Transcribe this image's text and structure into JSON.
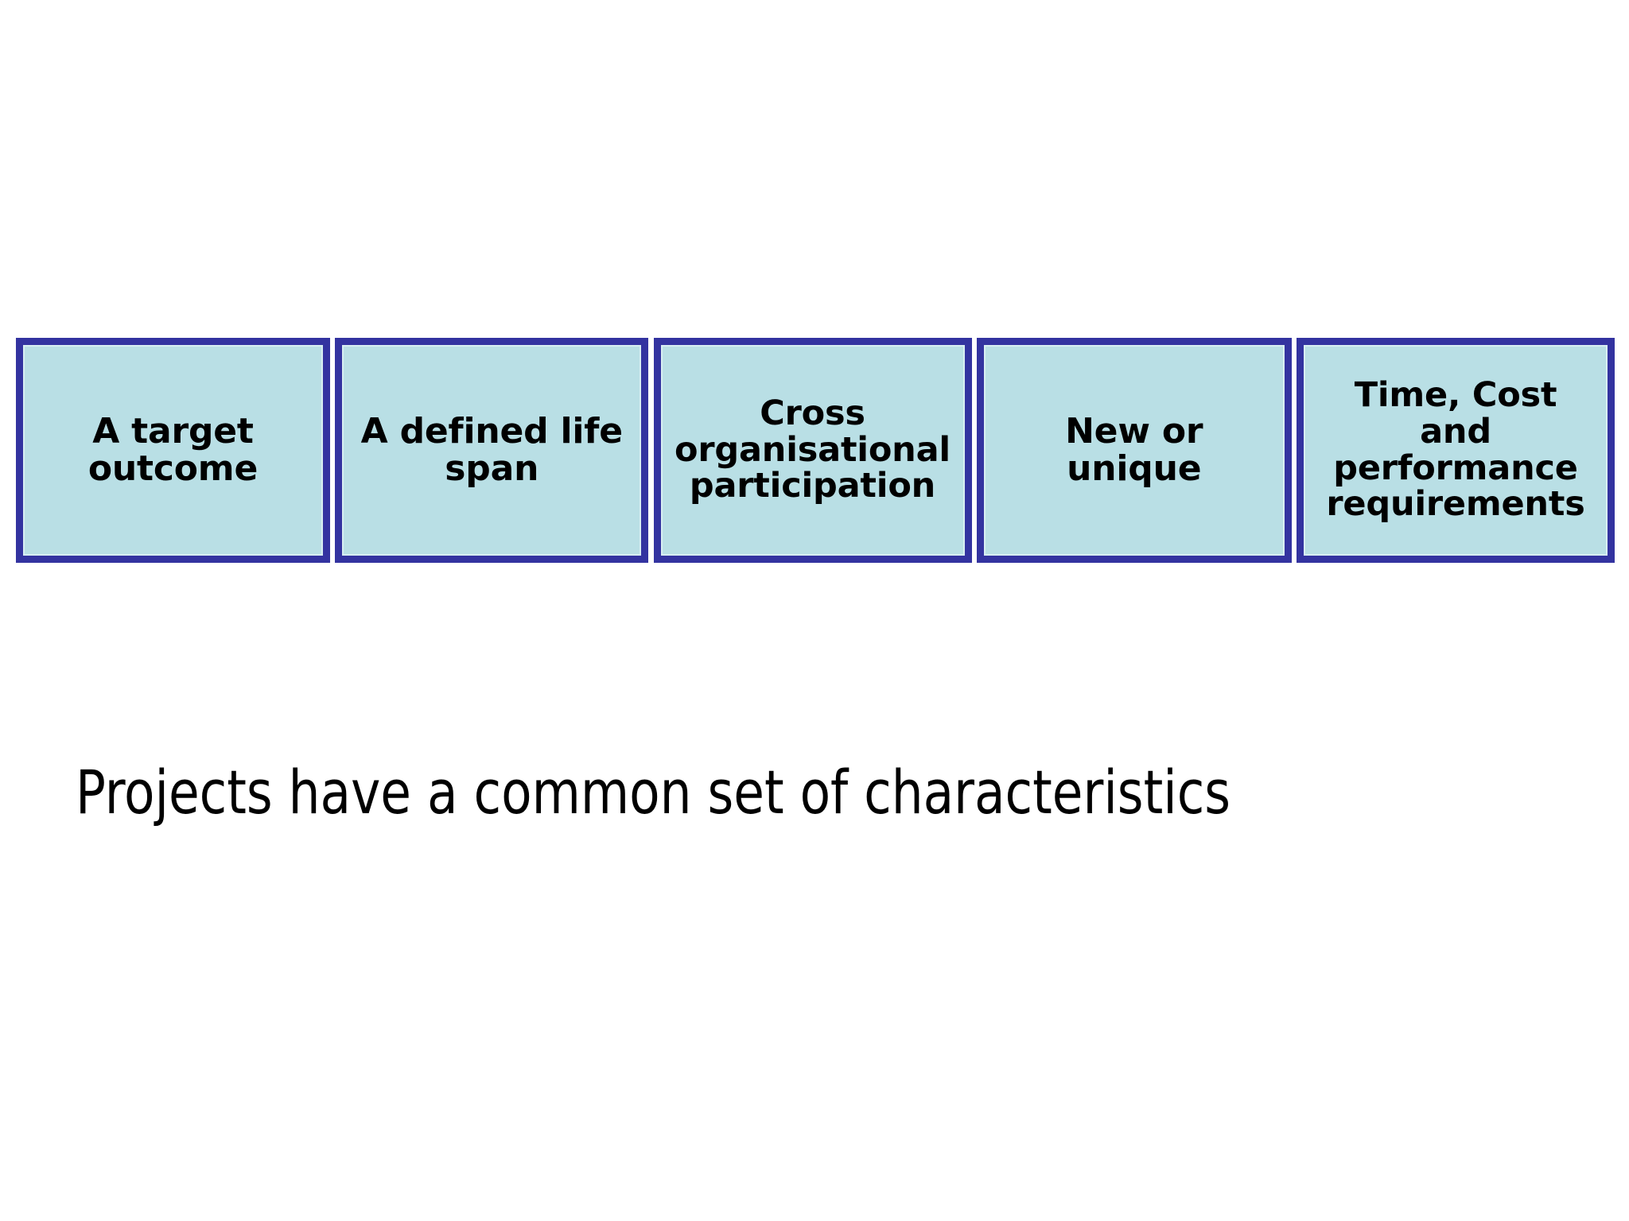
{
  "slide": {
    "background_color": "#ffffff",
    "caption": "Projects have a common set of characteristics"
  },
  "theme": {
    "box_fill": "#b9dfe5",
    "box_border": "#3333a0",
    "box_inner_hairline": "#d8eef2",
    "text_color": "#000000"
  },
  "boxes": [
    {
      "id": "target-outcome",
      "label": "A target\noutcome"
    },
    {
      "id": "defined-life-span",
      "label": "A defined life\nspan"
    },
    {
      "id": "cross-organisational",
      "label": "Cross\norganisational\nparticipation"
    },
    {
      "id": "new-or-unique",
      "label": "New or\nunique"
    },
    {
      "id": "time-cost-performance",
      "label": "Time, Cost\nand\nperformance\nrequirements"
    }
  ]
}
